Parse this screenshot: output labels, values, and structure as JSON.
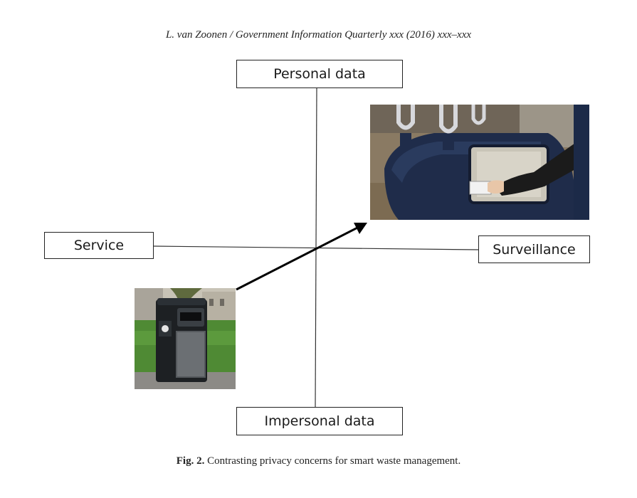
{
  "header": {
    "running_head": "L. van Zoonen / Government Information Quarterly xxx (2016) xxx–xxx"
  },
  "figure": {
    "axis_labels": {
      "top": "Personal data",
      "bottom": "Impersonal data",
      "left": "Service",
      "right": "Surveillance"
    },
    "images": {
      "upper_right": "smart-waste-container-with-card-reader-photo",
      "lower_left": "public-smart-bin-photo"
    },
    "arrow": "from-service-impersonal-toward-surveillance-personal"
  },
  "caption": {
    "label": "Fig. 2.",
    "text": " Contrasting privacy concerns for smart waste management."
  }
}
